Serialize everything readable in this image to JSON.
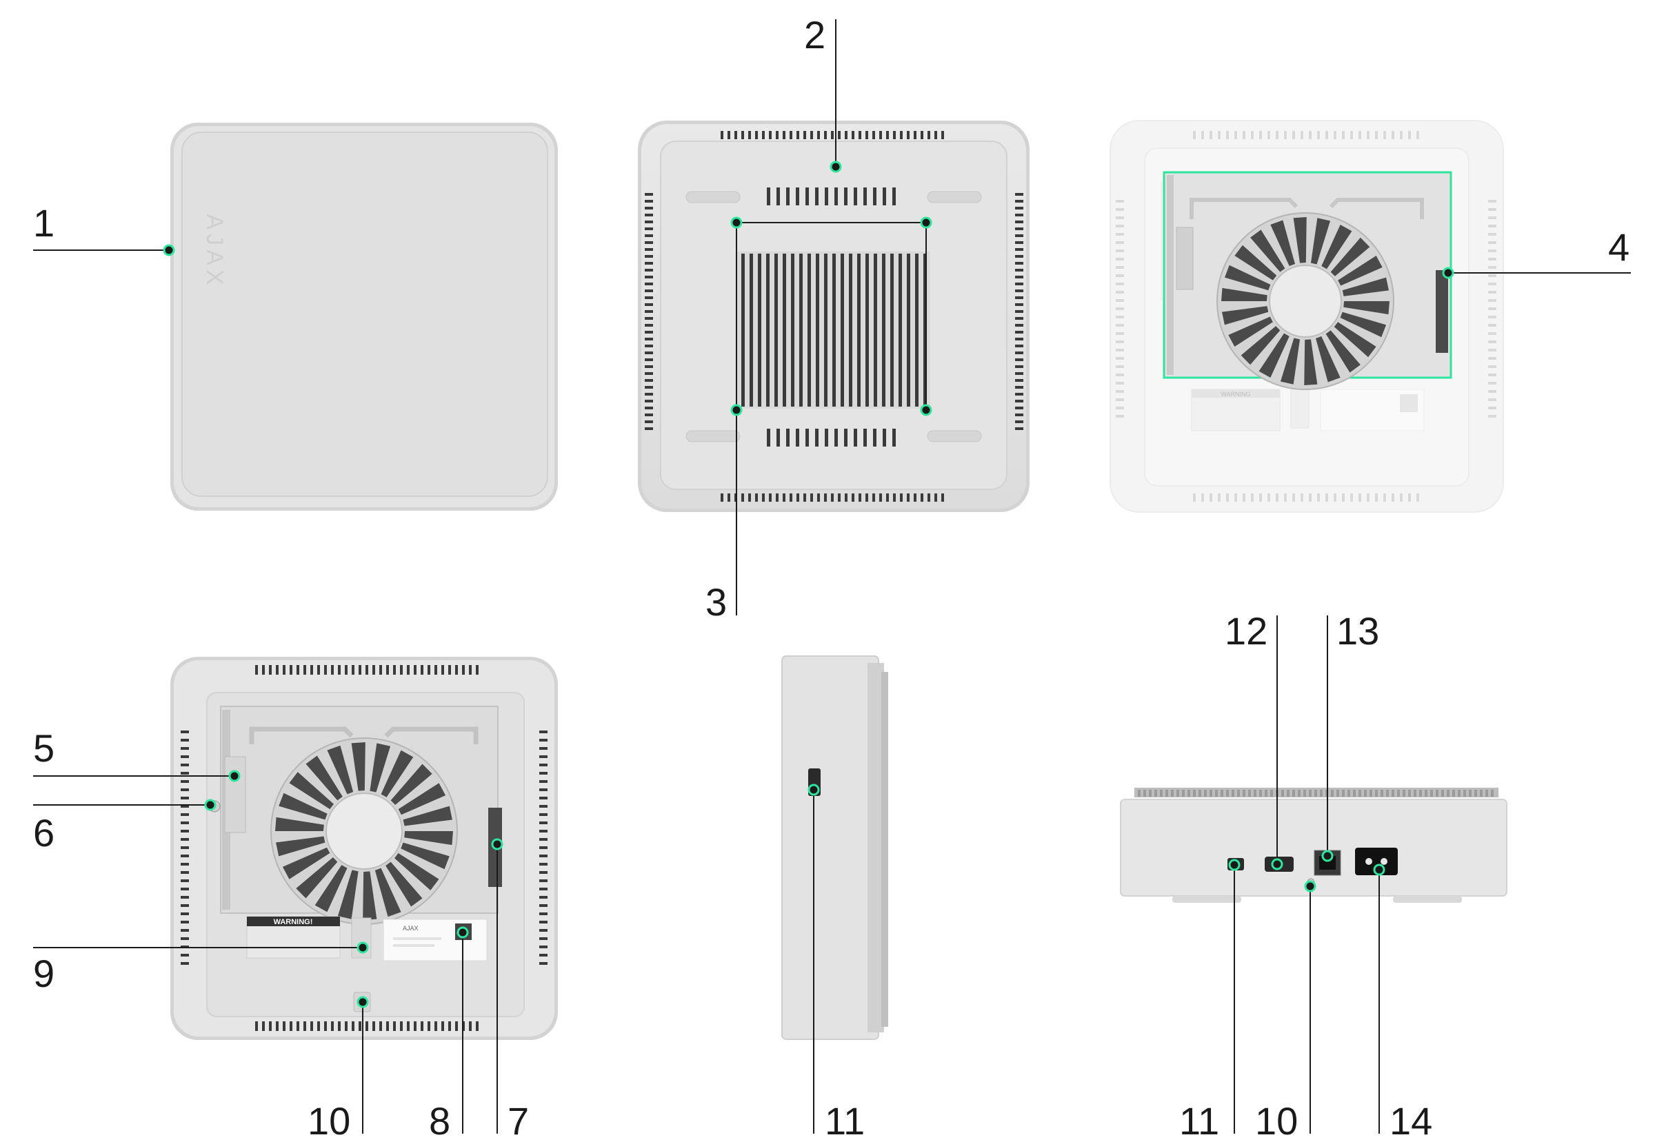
{
  "callouts": {
    "c1": "1",
    "c2": "2",
    "c3": "3",
    "c4": "4",
    "c5": "5",
    "c6": "6",
    "c7": "7",
    "c8": "8",
    "c9": "9",
    "c10a": "10",
    "c11a": "11",
    "c12": "12",
    "c13": "13",
    "c11b": "11",
    "c10b": "10",
    "c14": "14"
  },
  "device_text": {
    "logo": "AJAX",
    "warning_label": "WARNING!",
    "warning_label_small": "WARNING",
    "label_brand": "AJAX"
  },
  "colors": {
    "highlight": "#2ee59d",
    "leader": "#1a1a1a",
    "device_body": "#e3e3e3",
    "device_shadow": "#c9c9c9",
    "vent": "#3a3a3a"
  },
  "icons": [
    "fan-icon",
    "ethernet-port-icon",
    "power-socket-icon",
    "hdmi-port-icon",
    "usb-port-icon",
    "qr-code-icon"
  ]
}
